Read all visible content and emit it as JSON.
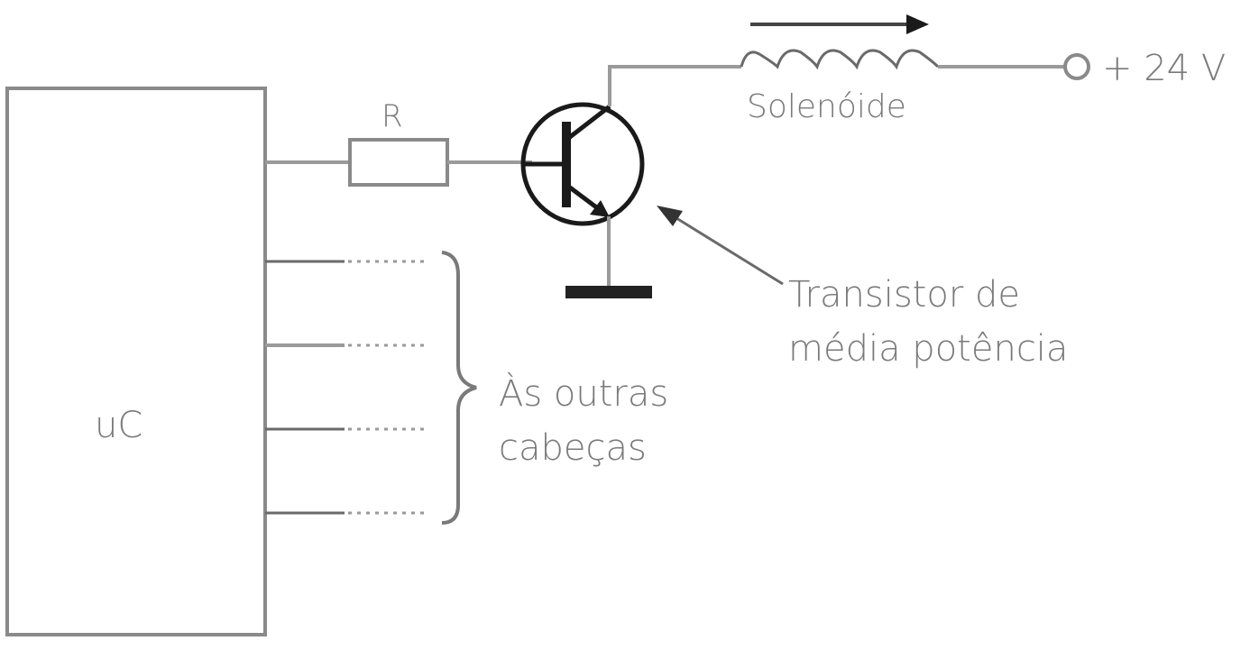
{
  "labels": {
    "microcontroller": "uC",
    "resistor": "R",
    "solenoid": "Solenóide",
    "supply": "+ 24 V",
    "transistor_line1": "Transistor de",
    "transistor_line2": "média potência",
    "other_heads_line1": "Às outras",
    "other_heads_line2": "cabeças"
  },
  "colors": {
    "line": "#9a9a9a",
    "text": "#7a7a7a",
    "ground": "#222222"
  }
}
